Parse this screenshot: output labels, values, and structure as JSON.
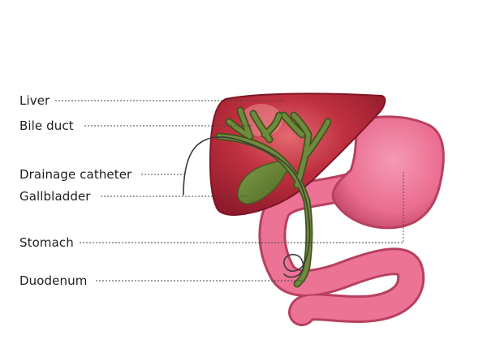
{
  "labels": {
    "liver": "Liver",
    "bile_duct": "Bile duct",
    "drainage_catheter": "Drainage catheter",
    "gallbladder": "Gallbladder",
    "stomach": "Stomach",
    "duodenum": "Duodenum"
  },
  "colors": {
    "liver": "#b7263a",
    "liver_highlight": "#e0606a",
    "stomach": "#ec6f92",
    "stomach_dark": "#c2446a",
    "bile": "#6f8a3c",
    "bile_dark": "#4a5f24",
    "catheter": "#3a3a3a",
    "leader": "#444444"
  }
}
